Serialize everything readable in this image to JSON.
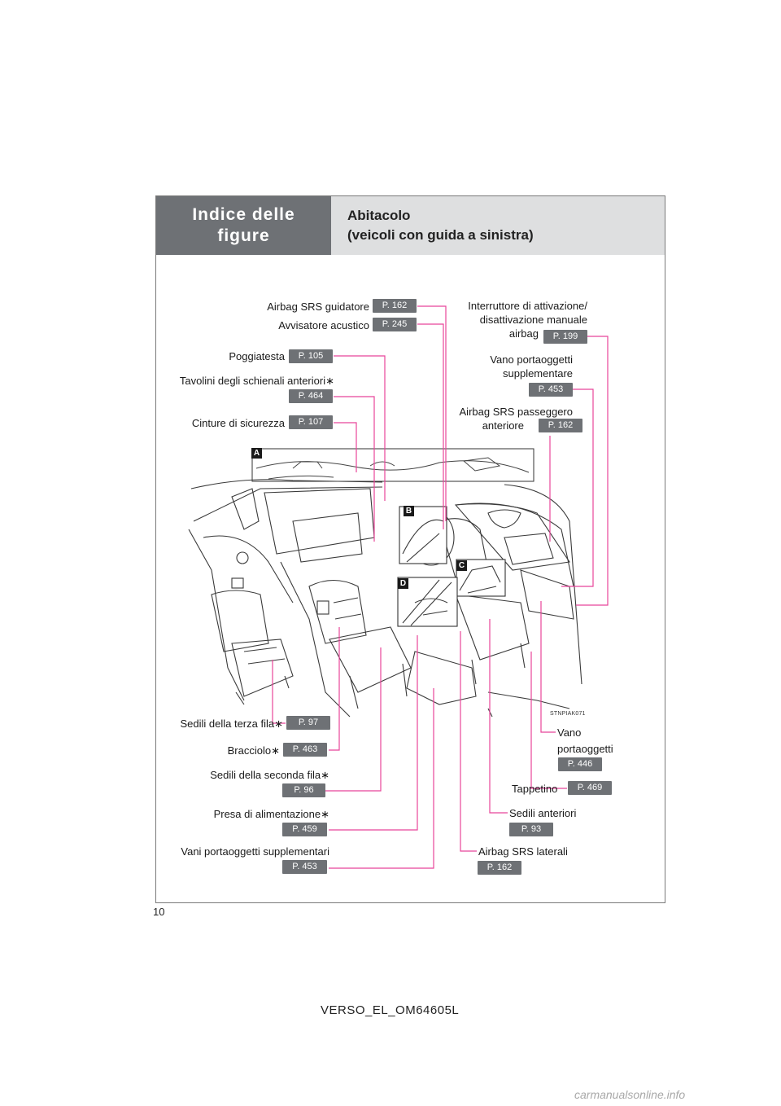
{
  "header": {
    "section": "Indice delle figure",
    "title_line1": "Abitacolo",
    "title_line2": "(veicoli con guida a sinistra)"
  },
  "callouts": {
    "airbag_driver": {
      "label": "Airbag SRS guidatore",
      "page": "P. 162"
    },
    "horn": {
      "label": "Avvisatore acustico",
      "page": "P. 245"
    },
    "headrest": {
      "label": "Poggiatesta",
      "page": "P. 105"
    },
    "seatback_tables": {
      "label": "Tavolini degli schienali anteriori∗",
      "page": "P. 464"
    },
    "seat_belts": {
      "label": "Cinture di sicurezza",
      "page": "P. 107"
    },
    "airbag_switch": {
      "line1": "Interruttore di attivazione/",
      "line2": "disattivazione manuale",
      "line3": "airbag",
      "page": "P. 199"
    },
    "aux_box": {
      "line1": "Vano portaoggetti",
      "line2": "supplementare",
      "page": "P. 453"
    },
    "airbag_passenger": {
      "line1": "Airbag SRS passeggero",
      "line2": "anteriore",
      "page": "P. 162"
    },
    "third_row": {
      "label": "Sedili della terza fila∗",
      "page": "P. 97"
    },
    "armrest": {
      "label": "Bracciolo∗",
      "page": "P. 463"
    },
    "second_row": {
      "label": "Sedili della seconda fila∗",
      "page": "P. 96"
    },
    "power_outlet": {
      "label": "Presa di alimentazione∗",
      "page": "P. 459"
    },
    "aux_boxes": {
      "label": "Vani portaoggetti supplementari",
      "page": "P. 453"
    },
    "glove_box": {
      "line1": "Vano",
      "line2": "portaoggetti",
      "page": "P. 446"
    },
    "floor_mat": {
      "label": "Tappetino",
      "page": "P. 469"
    },
    "front_seats": {
      "label": "Sedili anteriori",
      "page": "P. 93"
    },
    "side_airbags": {
      "label": "Airbag SRS laterali",
      "page": "P. 162"
    }
  },
  "figure_tags": {
    "a": "A",
    "b": "B",
    "c": "C",
    "d": "D"
  },
  "figure_code": "STNPIAK071",
  "page_number": "10",
  "footer_code": "VERSO_EL_OM64605L",
  "watermark": "carmanualsonline.info",
  "colors": {
    "header_dark": "#6e7175",
    "header_light": "#dedfe0",
    "leader_line": "#e8459a"
  }
}
